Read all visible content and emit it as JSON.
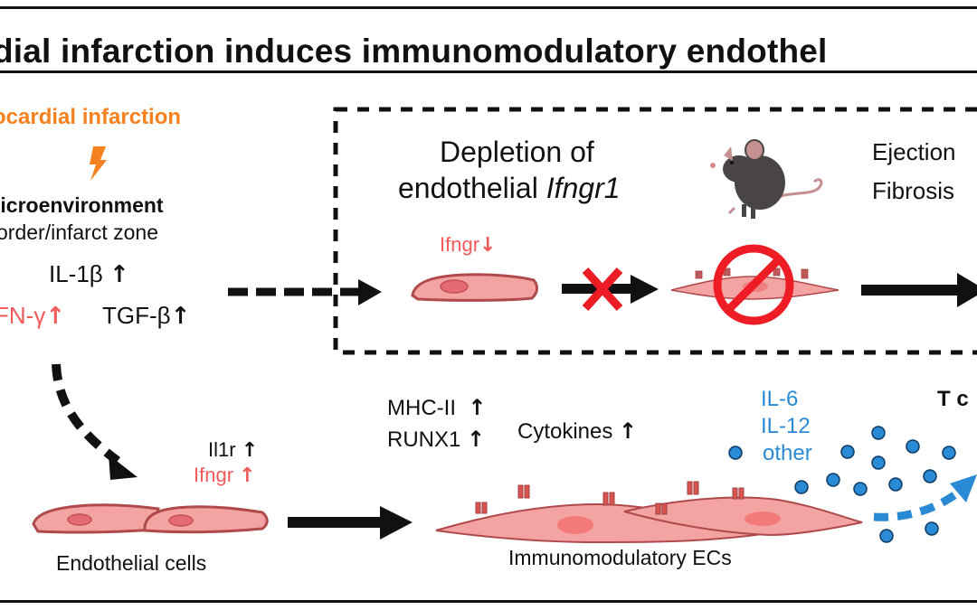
{
  "title": "dial infarction induces immunomodulatory endothel",
  "left_panel": {
    "trigger": "ocardial infarction",
    "trigger_icon": "lightning-bolt",
    "microenvironment": "licroenvironment",
    "zone": "order/infarct zone",
    "factors": [
      {
        "name": "IL-1β",
        "direction": "↑",
        "color": "#111111"
      },
      {
        "name": "FN-γ",
        "direction": "↑",
        "color": "#f05a5a"
      },
      {
        "name": "TGF-β",
        "direction": "↑",
        "color": "#111111"
      }
    ]
  },
  "depletion_box": {
    "line1": "Depletion of",
    "line2_prefix": "endothelial ",
    "line2_gene": "Ifngr1",
    "ifngr_label": "Ifngr",
    "ifngr_direction": "↓",
    "mouse_icon": "mouse",
    "blocked_icon": "prohibition-sign",
    "outcomes": [
      "Ejection",
      "Fibrosis"
    ]
  },
  "bottom_row": {
    "endothelial": {
      "il1r": "Il1r",
      "il1r_dir": "↑",
      "ifngr": "Ifngr",
      "ifngr_dir": "↑",
      "label": "Endothelial cells"
    },
    "immunomodulatory": {
      "mhc": "MHC-II",
      "mhc_dir": "↑",
      "runx": "RUNX1",
      "runx_dir": "↑",
      "cytokines": "Cytokines",
      "cytokines_dir": "↑",
      "label": "Immunomodulatory ECs"
    },
    "cytokine_list": [
      "IL-6",
      "IL-12",
      "other"
    ],
    "target": "T c"
  },
  "colors": {
    "orange": "#f5821f",
    "red_text": "#f05a5a",
    "cell_fill": "#f4a3a3",
    "cell_stroke": "#b04a4a",
    "blue": "#2a8ad3",
    "prohibit_red": "#ee1c24"
  }
}
